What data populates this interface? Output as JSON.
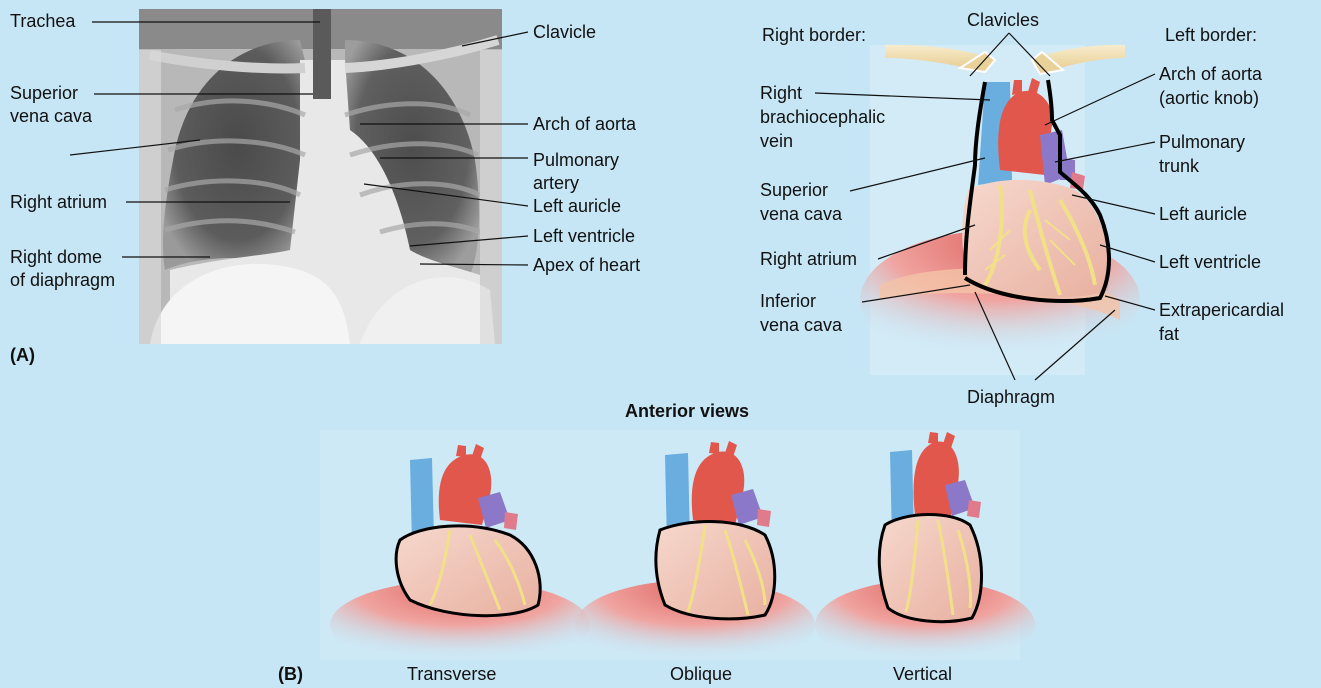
{
  "panel_a": {
    "tag": "(A)",
    "xray_labels": {
      "trachea": "Trachea",
      "svc_line1": "Superior",
      "svc_line2": "vena cava",
      "right_atrium": "Right atrium",
      "dome_line1": "Right dome",
      "dome_line2": "of diaphragm",
      "clavicle": "Clavicle",
      "arch_aorta": "Arch of aorta",
      "pulm_line1": "Pulmonary",
      "pulm_line2": "artery",
      "left_auricle": "Left auricle",
      "left_ventricle": "Left ventricle",
      "apex": "Apex of heart"
    },
    "heart_labels": {
      "right_border": "Right border:",
      "clavicles": "Clavicles",
      "left_border": "Left border:",
      "rbv_line1": "Right",
      "rbv_line2": "brachiocephalic",
      "rbv_line3": "vein",
      "svc_line1": "Superior",
      "svc_line2": "vena cava",
      "right_atrium": "Right atrium",
      "ivc_line1": "Inferior",
      "ivc_line2": "vena cava",
      "arch_line1": "Arch of aorta",
      "arch_line2": "(aortic knob)",
      "trunk_line1": "Pulmonary",
      "trunk_line2": "trunk",
      "left_auricle": "Left auricle",
      "left_ventricle": "Left ventricle",
      "fat_line1": "Extrapericardial",
      "fat_line2": "fat",
      "diaphragm": "Diaphragm"
    }
  },
  "anterior_views": "Anterior views",
  "panel_b": {
    "tag": "(B)",
    "orientations": [
      "Transverse",
      "Oblique",
      "Vertical"
    ]
  },
  "colors": {
    "background": "#c7e6f5",
    "aorta": "#e2574c",
    "pulmonary_trunk": "#8b78c8",
    "vena_cava": "#6aaee0",
    "heart_muscle": "#f0c7bb",
    "coronary_fat": "#f2e089",
    "diaphragm": "#e88a86",
    "clavicle": "#f2deb0"
  }
}
